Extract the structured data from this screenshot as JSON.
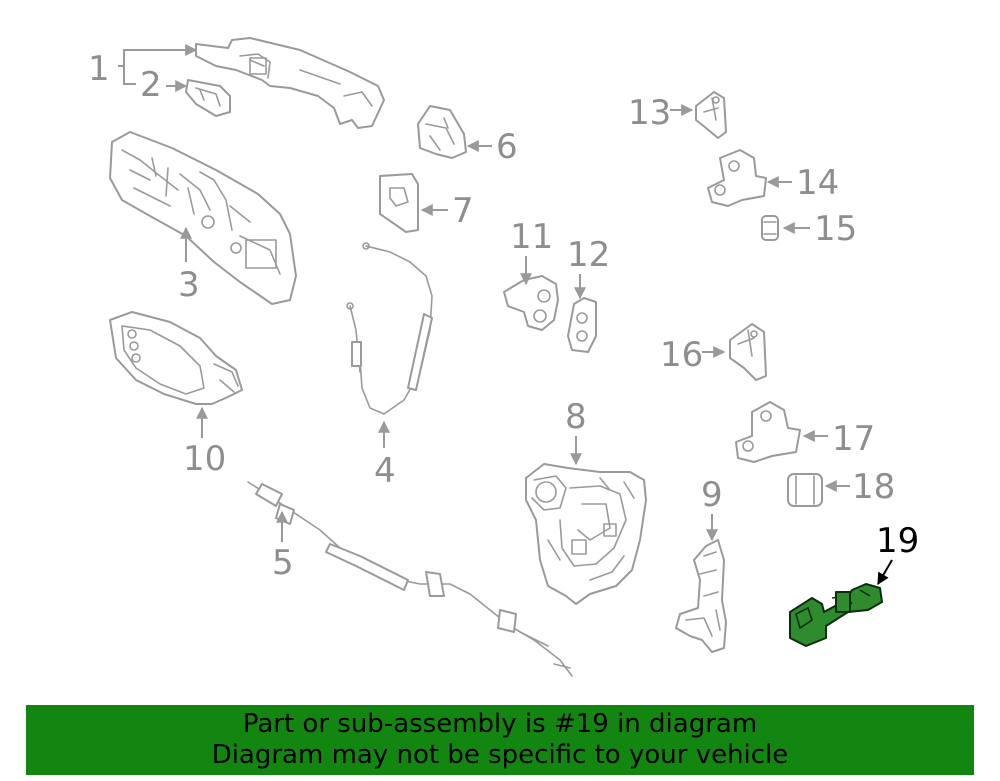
{
  "diagram": {
    "callouts": [
      "1",
      "2",
      "3",
      "4",
      "5",
      "6",
      "7",
      "8",
      "9",
      "10",
      "11",
      "12",
      "13",
      "14",
      "15",
      "16",
      "17",
      "18",
      "19"
    ],
    "highlighted_callout": "19"
  },
  "colors": {
    "part_stroke": "#9a9a9a",
    "highlight_fill": "#2e8b2e",
    "banner_bg": "#138612"
  },
  "banner": {
    "line1": "Part or sub-assembly is #19 in diagram",
    "line2": "Diagram may not be specific to your vehicle"
  }
}
